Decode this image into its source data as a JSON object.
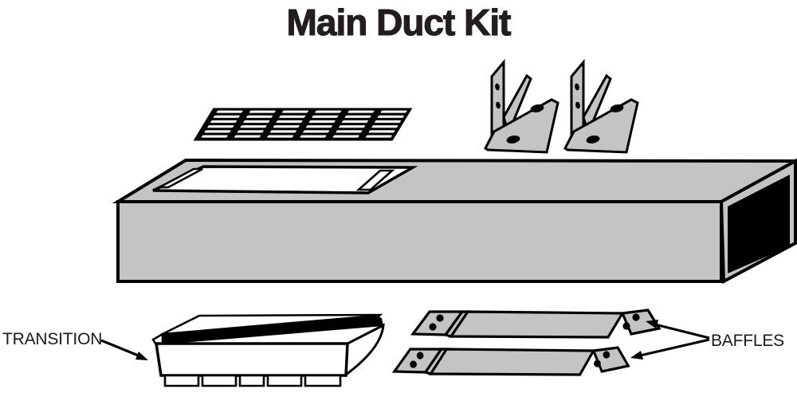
{
  "title": "Main Duct Kit",
  "callouts": {
    "transition": {
      "label": "TRANSITION"
    },
    "baffles": {
      "label": "BAFFLES"
    }
  },
  "colors": {
    "part_fill": "#c4c4c4",
    "line": "#000000",
    "text": "#221e1f",
    "background": "#ffffff"
  },
  "parts": [
    {
      "name": "vent-grille",
      "count": 1
    },
    {
      "name": "mounting-bracket",
      "count": 2
    },
    {
      "name": "main-duct-body",
      "count": 1
    },
    {
      "name": "transition",
      "count": 1
    },
    {
      "name": "baffle",
      "count": 2
    }
  ]
}
